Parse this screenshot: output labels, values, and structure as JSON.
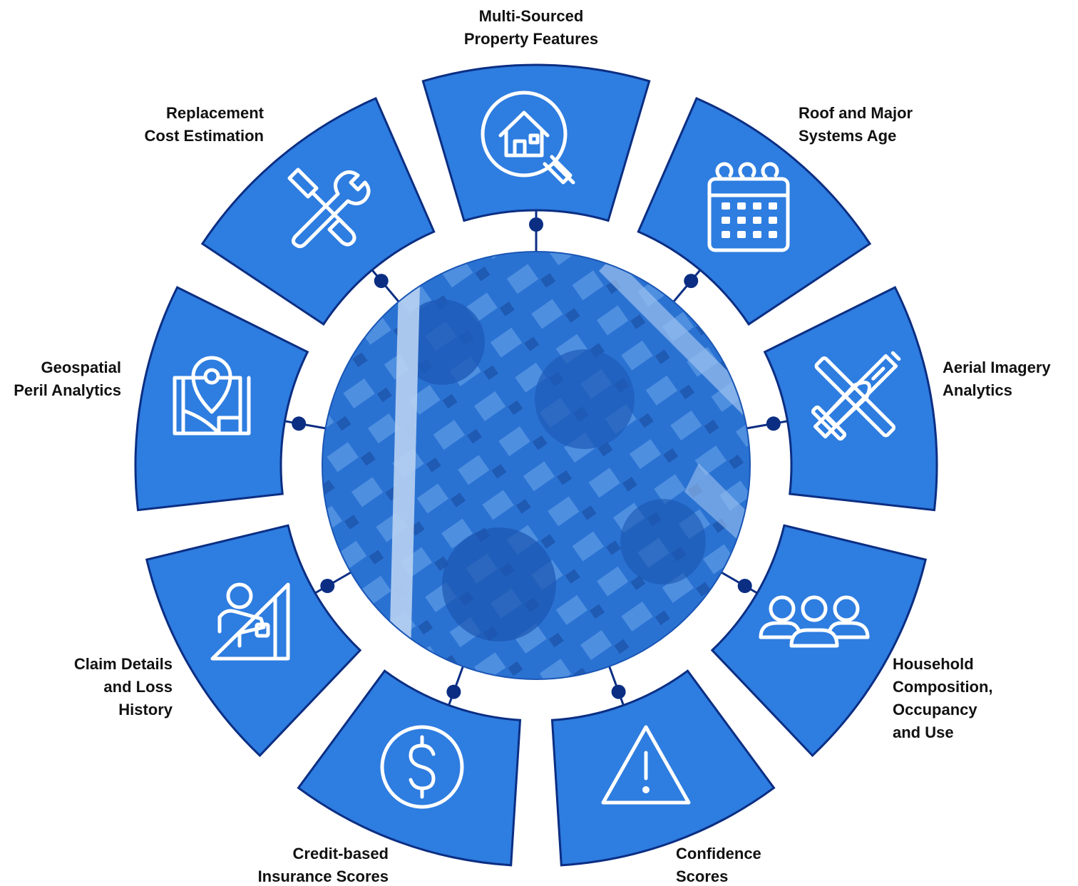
{
  "labels": {
    "property_features": [
      "Multi-Sourced",
      "Property Features"
    ],
    "roof_age": [
      "Roof and Major",
      "Systems Age"
    ],
    "aerial_imagery": [
      "Aerial Imagery",
      "Analytics"
    ],
    "household": [
      "Household",
      "Composition,",
      "Occupancy",
      "and Use"
    ],
    "confidence": [
      "Confidence",
      "Scores"
    ],
    "credit_scores": [
      "Credit-based",
      "Insurance Scores"
    ],
    "claim_details": [
      "Claim Details",
      "and Loss",
      "History"
    ],
    "geospatial": [
      "Geospatial",
      "Peril Analytics"
    ],
    "replacement_cost": [
      "Replacement",
      "Cost Estimation"
    ]
  },
  "icons": {
    "property_features": "house-magnifier-icon",
    "roof_age": "calendar-icon",
    "aerial_imagery": "airplane-icon",
    "household": "people-group-icon",
    "confidence": "warning-triangle-icon",
    "credit_scores": "dollar-coin-icon",
    "claim_details": "person-fallen-ladder-icon",
    "geospatial": "map-pin-icon",
    "replacement_cost": "wrench-screwdriver-icon"
  },
  "center_image": "aerial-neighborhood-photo",
  "colors": {
    "segment_fill": "#2e7de0",
    "segment_outline": "#0b2e83",
    "photo_tint": "#2a72d2"
  }
}
